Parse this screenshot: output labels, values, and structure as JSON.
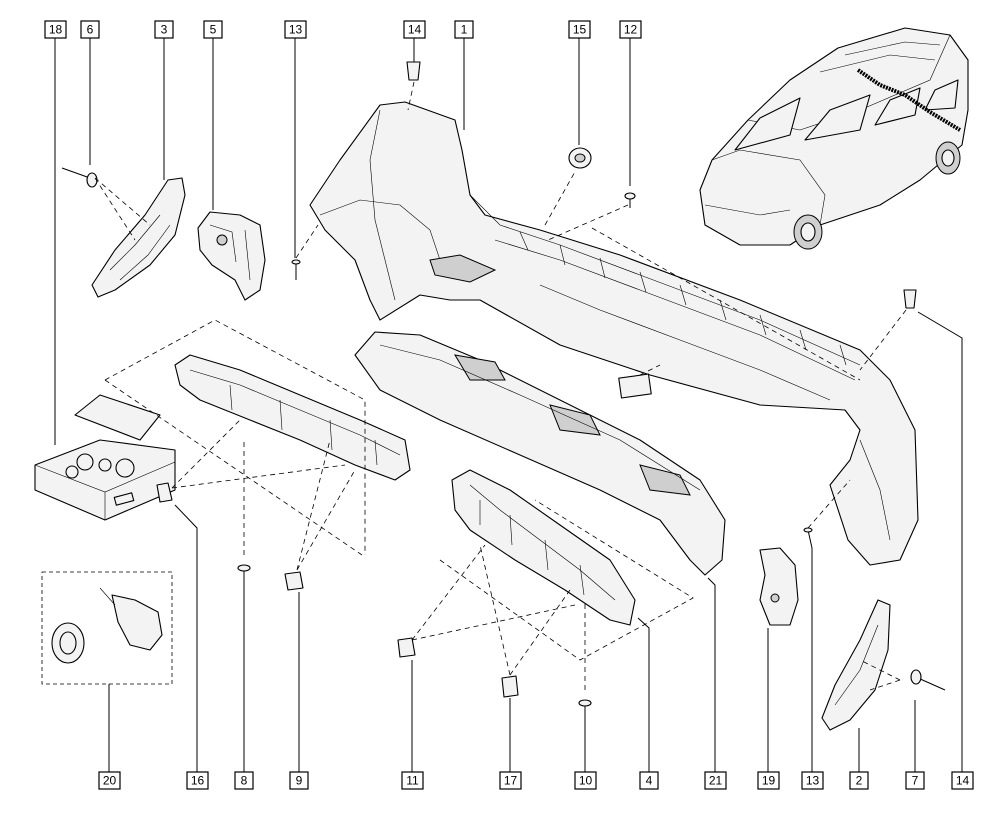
{
  "callouts_top": [
    {
      "id": "c18",
      "label": "18"
    },
    {
      "id": "c6",
      "label": "6"
    },
    {
      "id": "c3",
      "label": "3"
    },
    {
      "id": "c5",
      "label": "5"
    },
    {
      "id": "c13a",
      "label": "13"
    },
    {
      "id": "c14a",
      "label": "14"
    },
    {
      "id": "c1",
      "label": "1"
    },
    {
      "id": "c15",
      "label": "15"
    },
    {
      "id": "c12",
      "label": "12"
    }
  ],
  "callouts_bottom": [
    {
      "id": "c20",
      "label": "20"
    },
    {
      "id": "c16",
      "label": "16"
    },
    {
      "id": "c8",
      "label": "8"
    },
    {
      "id": "c9",
      "label": "9"
    },
    {
      "id": "c11",
      "label": "11"
    },
    {
      "id": "c17",
      "label": "17"
    },
    {
      "id": "c10",
      "label": "10"
    },
    {
      "id": "c4",
      "label": "4"
    },
    {
      "id": "c21",
      "label": "21"
    },
    {
      "id": "c19",
      "label": "19"
    },
    {
      "id": "c13b",
      "label": "13"
    },
    {
      "id": "c2",
      "label": "2"
    },
    {
      "id": "c7",
      "label": "7"
    },
    {
      "id": "c14b",
      "label": "14"
    }
  ]
}
